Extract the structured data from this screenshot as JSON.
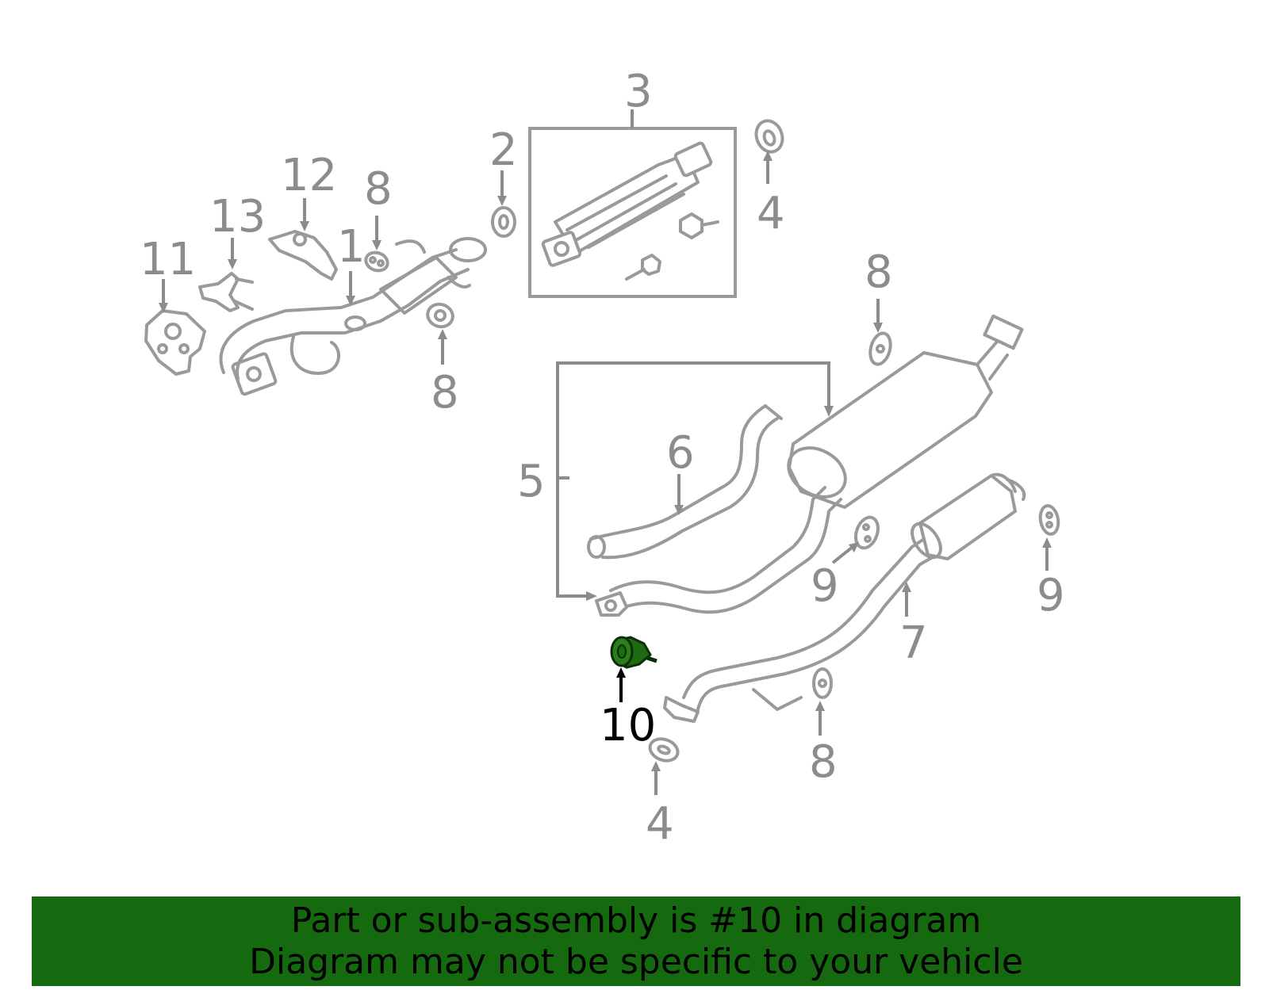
{
  "diagram": {
    "callouts": {
      "c1": "1",
      "c2": "2",
      "c3": "3",
      "c4a": "4",
      "c4b": "4",
      "c5": "5",
      "c6": "6",
      "c7": "7",
      "c8a": "8",
      "c8b": "8",
      "c8c": "8",
      "c8d": "8",
      "c9a": "9",
      "c9b": "9",
      "c10": "10",
      "c11": "11",
      "c12": "12",
      "c13": "13"
    },
    "highlighted_part": "10",
    "colors": {
      "part_line": "#9a9a9a",
      "label": "#8c8c8c",
      "highlight_part": "#1f6b12",
      "banner_bg": "#156a0f",
      "text": "#000000"
    }
  },
  "banner": {
    "line1": "Part or sub-assembly is #10 in diagram",
    "line2": "Diagram may not be specific to your vehicle"
  }
}
